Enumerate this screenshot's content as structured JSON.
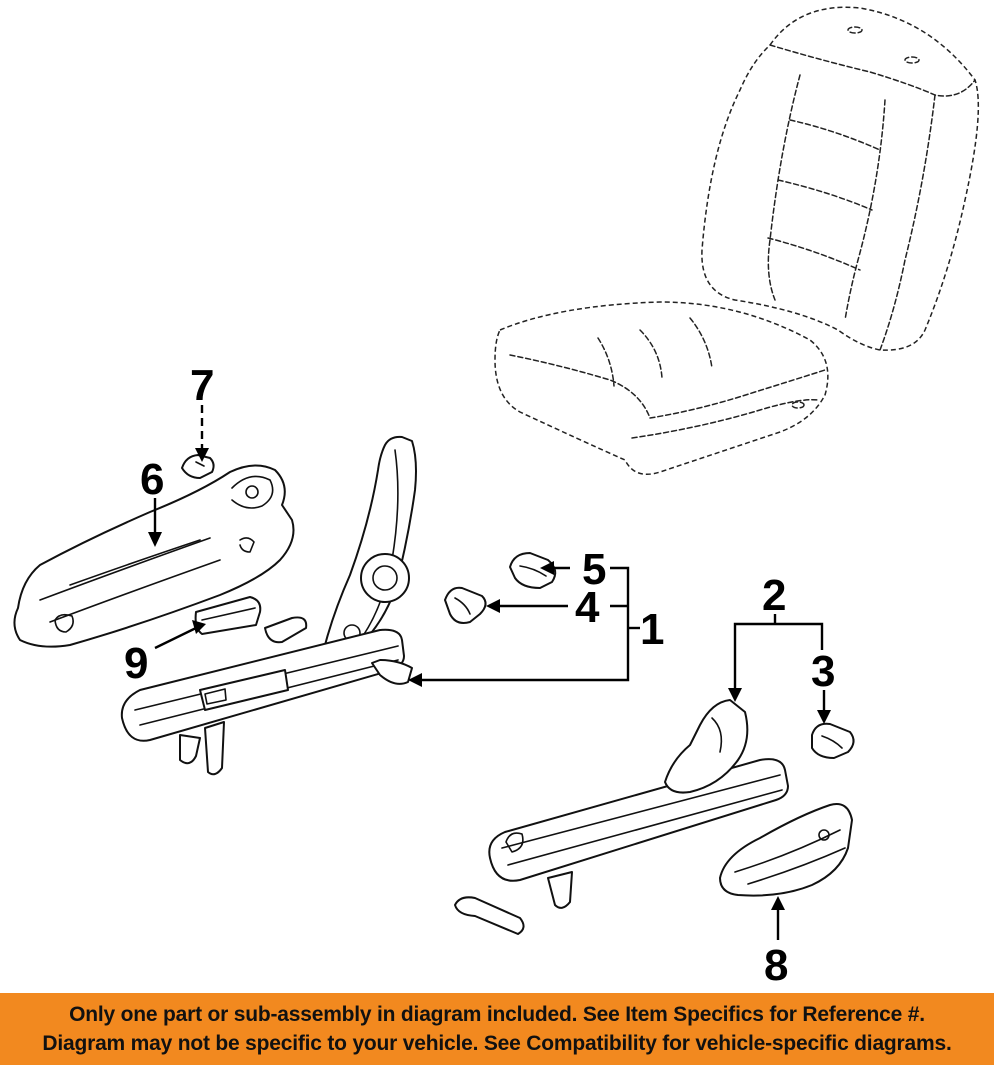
{
  "callouts": {
    "c1": "1",
    "c2": "2",
    "c3": "3",
    "c4": "4",
    "c5": "5",
    "c6": "6",
    "c7": "7",
    "c8": "8",
    "c9": "9"
  },
  "banner": {
    "line1": "Only one part or sub-assembly in diagram included. See Item Specifics for Reference #.",
    "line2": "Diagram may not be specific to your vehicle. See Compatibility for vehicle-specific diagrams."
  },
  "colors": {
    "banner_background": "#f2891f",
    "line_art": "#111111"
  }
}
